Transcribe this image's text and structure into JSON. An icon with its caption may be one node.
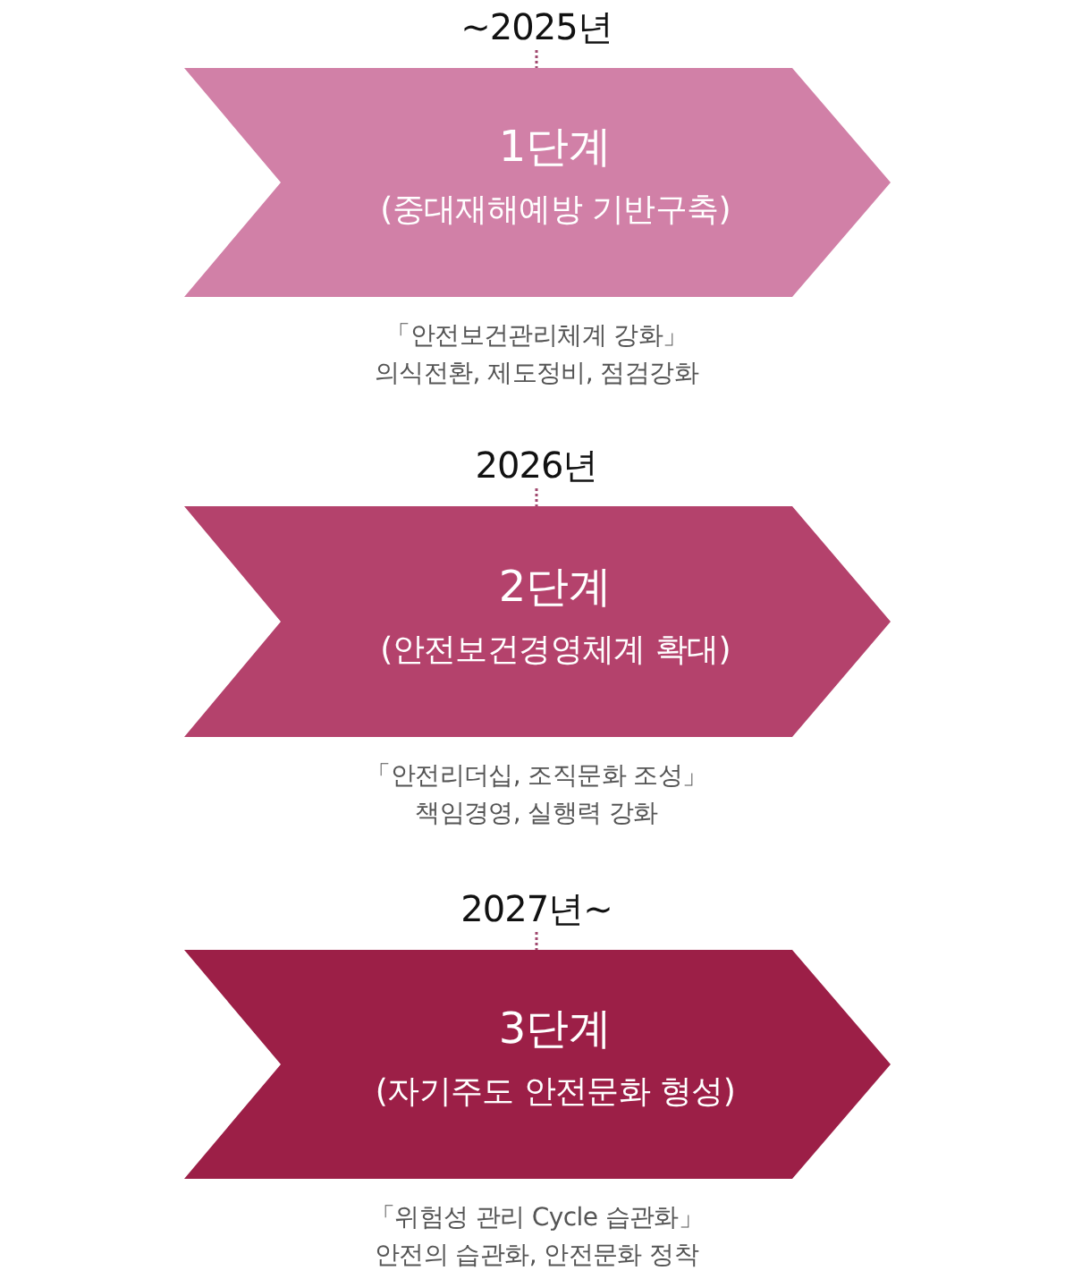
{
  "diagram": {
    "nodes": [
      {
        "text": [
          "~2025년"
        ]
      },
      {
        "text": [
          "1단계",
          "(중대재해예방 기반구축)"
        ],
        "beside": [
          "「안전보건관리체계 강화」",
          "의식전환, 제도정비, 점검강화"
        ]
      },
      {
        "text": [
          "2026년"
        ]
      },
      {
        "text": [
          "2단계",
          "(안전보건경영체계 확대)"
        ],
        "beside": [
          "「안전리더십, 조직문화 조성」",
          "책임경영, 실행력 강화"
        ]
      },
      {
        "text": [
          "2027년~"
        ]
      },
      {
        "text": [
          "3단계",
          "(자기주도 안전문화 형성)"
        ],
        "beside": [
          "「위험성 관리 Cycle 습관화」",
          "안전의 습관화, 안전문화 정착"
        ]
      }
    ],
    "edges": [
      {
        "from": 0,
        "to": 1,
        "arrow": "none",
        "style": "dashed"
      },
      {
        "from": 2,
        "to": 3,
        "arrow": "none",
        "style": "dashed"
      },
      {
        "from": 4,
        "to": 5,
        "arrow": "none",
        "style": "dashed"
      }
    ]
  }
}
